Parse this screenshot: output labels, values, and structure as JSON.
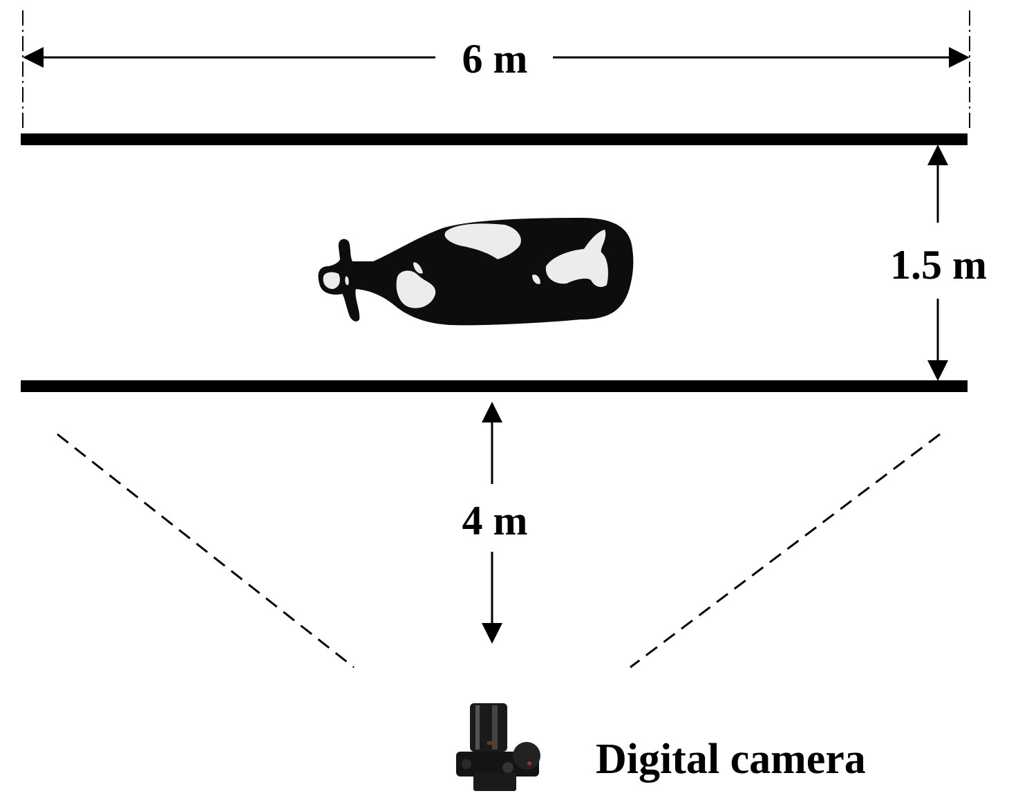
{
  "labels": {
    "width": "6 m",
    "alley_width": "1.5 m",
    "camera_distance": "4 m",
    "camera": "Digital camera"
  },
  "icons": {
    "subject": "cow-top-view",
    "device": "camera-top-view"
  }
}
